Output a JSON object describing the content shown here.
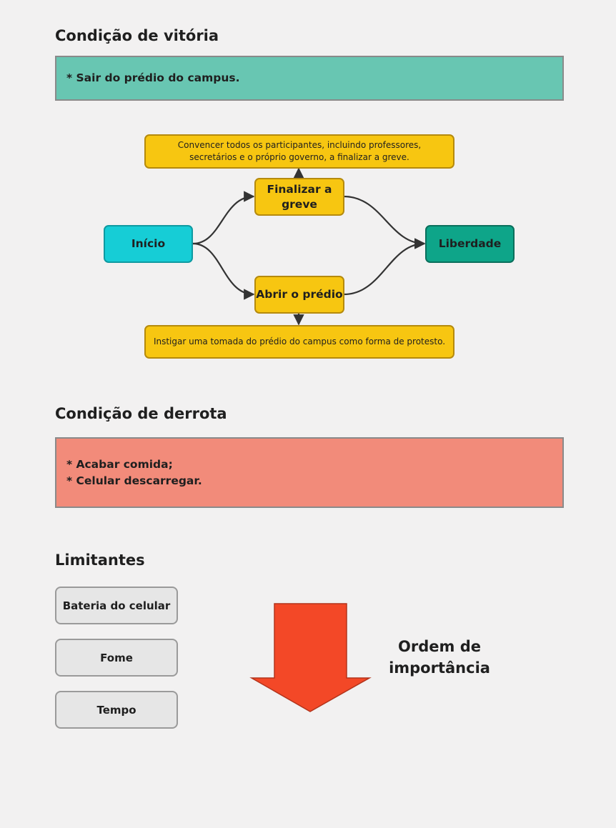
{
  "victory": {
    "title": "Condição de vitória",
    "text": "* Sair do prédio do campus.",
    "color": "#68c6b2"
  },
  "flow": {
    "start": "Início",
    "end": "Liberdade",
    "top_step": "Finalizar a greve",
    "bottom_step": "Abrir o prédio",
    "top_note": "Convencer todos os participantes, incluindo professores, secretários e o próprio governo, a finalizar a greve.",
    "bottom_note": "Instigar uma tomada do prédio do campus como forma de protesto.",
    "colors": {
      "start": "#16cdd6",
      "end": "#0ea589",
      "step": "#f7c611",
      "note": "#f7c611",
      "connector": "#333333"
    }
  },
  "defeat": {
    "title": "Condição de derrota",
    "lines": [
      "* Acabar comida;",
      "* Celular descarregar."
    ],
    "color": "#f28b7a"
  },
  "limits": {
    "title": "Limitantes",
    "items": [
      "Bateria do celular",
      "Fome",
      "Tempo"
    ],
    "importance_label_line1": "Ordem de",
    "importance_label_line2": "importância",
    "arrow_color": "#f34827"
  }
}
